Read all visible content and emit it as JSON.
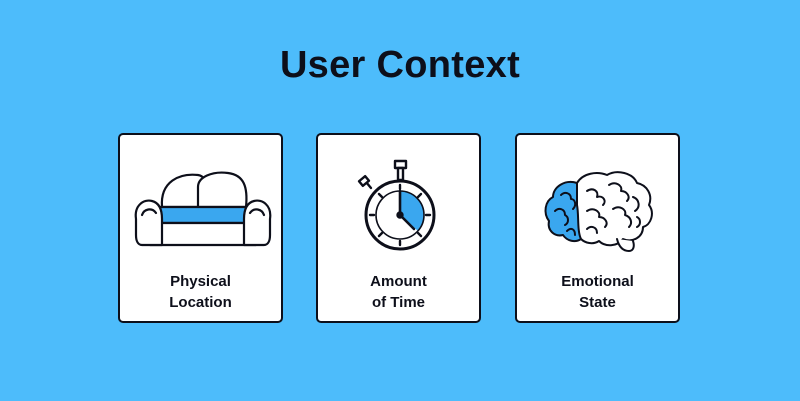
{
  "title": "User Context",
  "cards": [
    {
      "icon": "couch-icon",
      "line1": "Physical",
      "line2": "Location"
    },
    {
      "icon": "stopwatch-icon",
      "line1": "Amount",
      "line2": "of Time"
    },
    {
      "icon": "brain-icon",
      "line1": "Emotional",
      "line2": "State"
    }
  ],
  "colors": {
    "background": "#4dbcfb",
    "accent": "#3aa7ef",
    "ink": "#0d0f1a",
    "card": "#ffffff"
  }
}
